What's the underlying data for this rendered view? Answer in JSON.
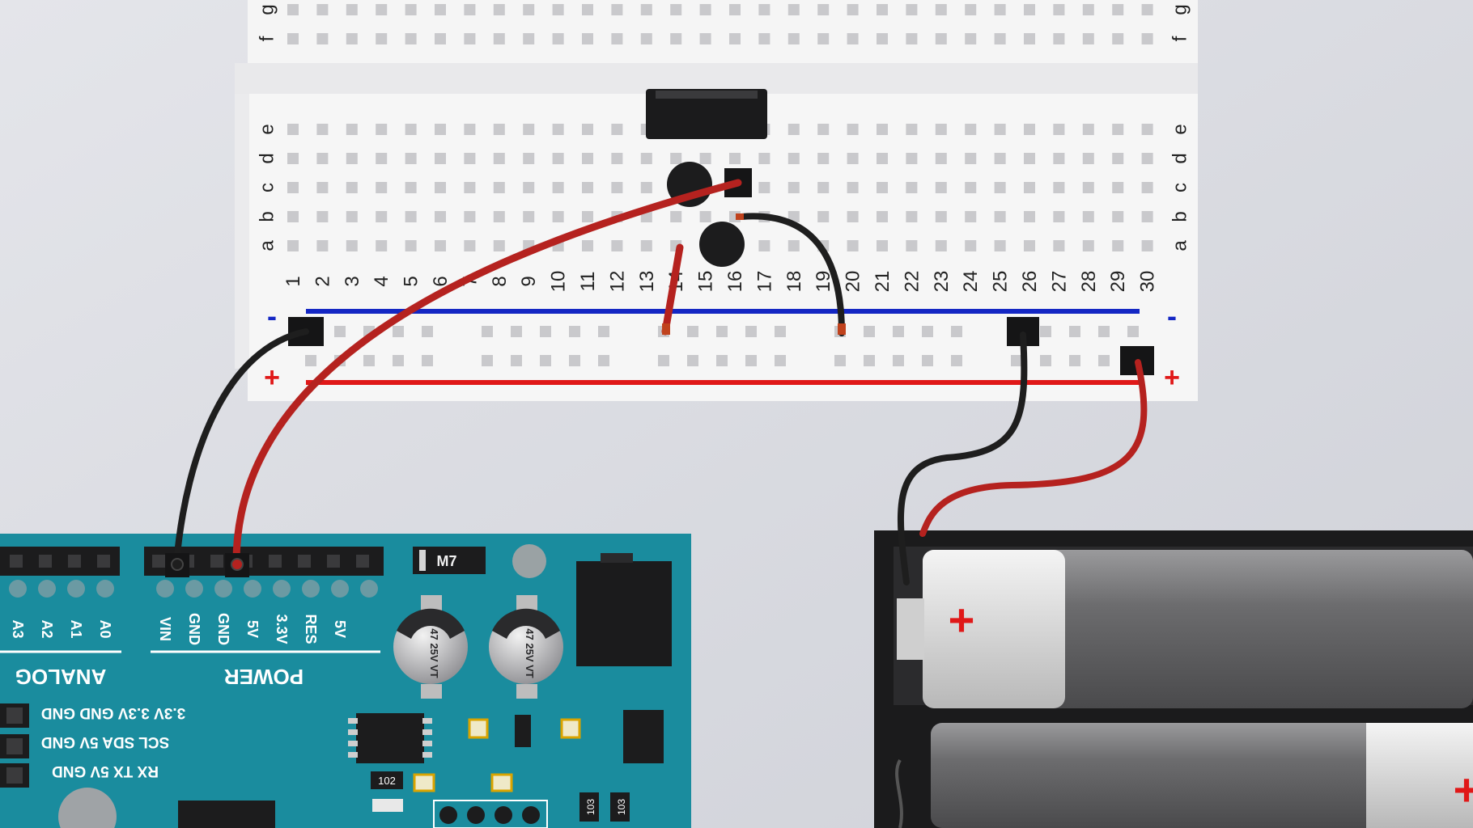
{
  "breadboard": {
    "row_letters_upper": [
      "f",
      "g"
    ],
    "row_letters_lower": [
      "a",
      "b",
      "c",
      "d",
      "e"
    ],
    "column_numbers": [
      "1",
      "2",
      "3",
      "4",
      "5",
      "6",
      "7",
      "8",
      "9",
      "10",
      "11",
      "12",
      "13",
      "14",
      "15",
      "16",
      "17",
      "18",
      "19",
      "20",
      "21",
      "22",
      "23",
      "24",
      "25",
      "26",
      "27",
      "28",
      "29",
      "30"
    ],
    "rail_minus": "-",
    "rail_plus": "+"
  },
  "arduino": {
    "analog_labels": [
      "A3",
      "A2",
      "A1",
      "A0"
    ],
    "analog_title": "ANALOG",
    "power_labels": [
      "VIN",
      "GND",
      "GND",
      "5V",
      "3.3V",
      "RES",
      "5V"
    ],
    "power_title": "POWER",
    "diode_label": "M7",
    "capacitor_label": "47 25V VT",
    "header_rows": [
      "3.3V 3.3V GND GND",
      "SCL SDA 5V GND",
      "RX TX 5V GND"
    ],
    "resistor_labels": [
      "102",
      "103",
      "103"
    ]
  },
  "battery": {
    "plus_sign": "+"
  },
  "colors": {
    "board_teal": "#1a8c9e",
    "wire_red": "#b5221f",
    "wire_black": "#1e1e1e",
    "rail_blue": "#1427c4",
    "rail_red": "#e01818"
  }
}
